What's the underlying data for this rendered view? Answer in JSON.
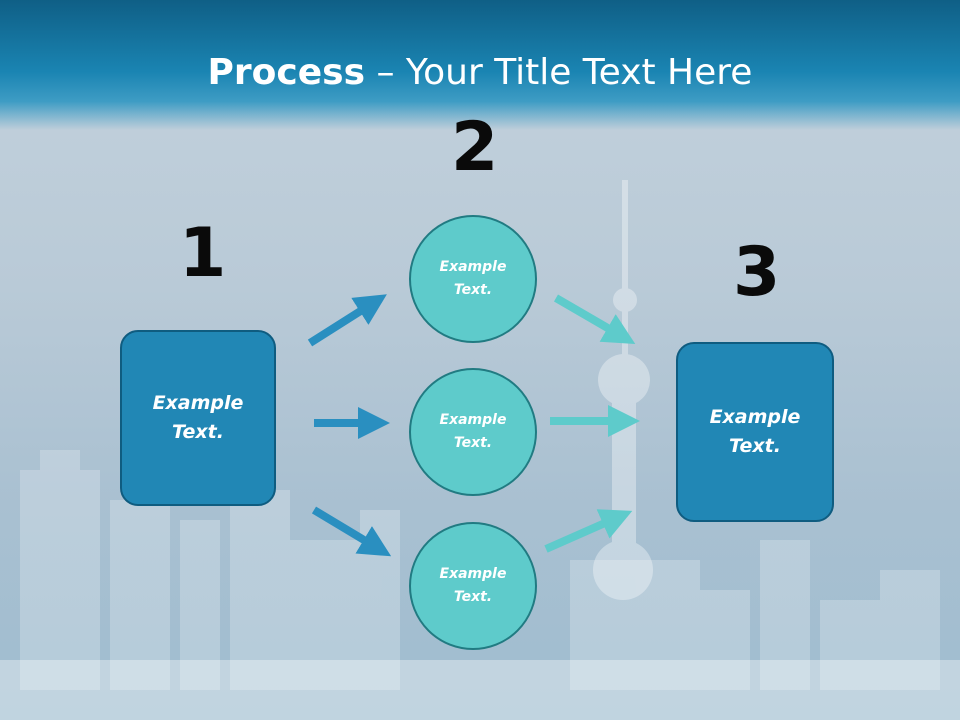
{
  "title": {
    "bold": "Process",
    "rest": " – Your Title Text Here"
  },
  "steps": [
    {
      "number": "1",
      "box_text": "Example\nText."
    },
    {
      "number": "2",
      "circles": [
        "Example\nText.",
        "Example\nText.",
        "Example\nText."
      ]
    },
    {
      "number": "3",
      "box_text": "Example\nText."
    }
  ],
  "colors": {
    "header": "#1a84b2",
    "box_fill": "#2187b5",
    "circle_fill": "#5ecbcb",
    "arrow_blue": "#2a8fc0",
    "arrow_teal": "#5ecbcb"
  }
}
